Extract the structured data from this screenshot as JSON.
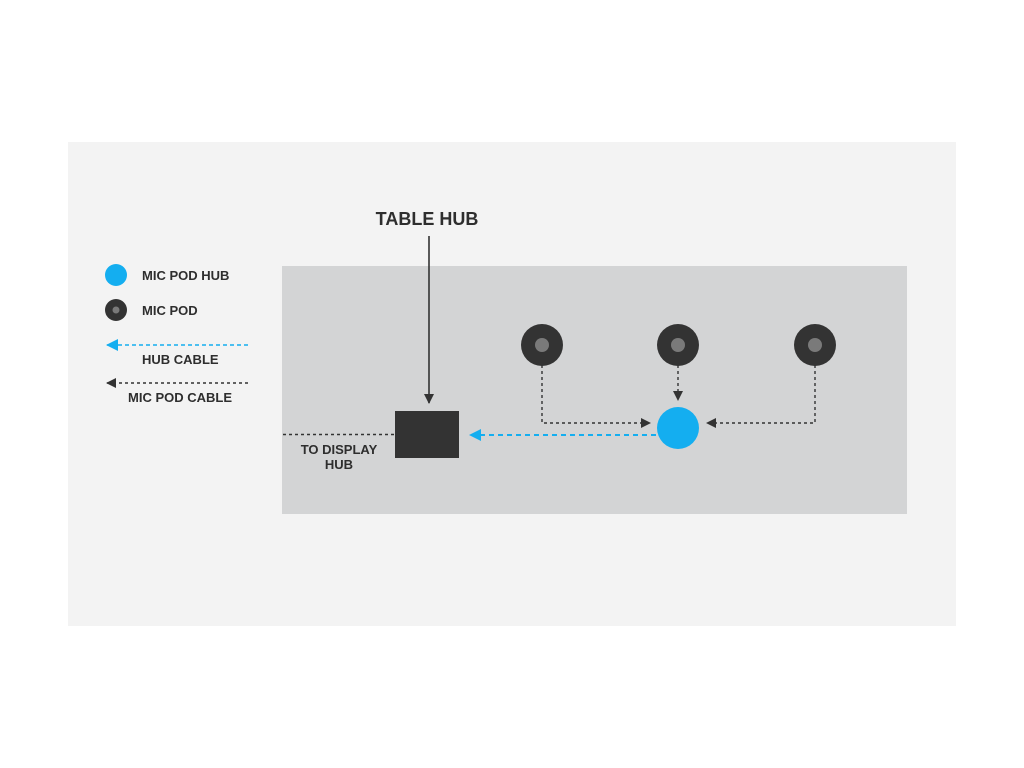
{
  "labels": {
    "table_hub": "TABLE HUB",
    "to_display_hub_line1": "TO DISPLAY",
    "to_display_hub_line2": "HUB"
  },
  "legend": {
    "mic_pod_hub": "MIC POD HUB",
    "mic_pod": "MIC POD",
    "hub_cable": "HUB CABLE",
    "mic_pod_cable": "MIC POD CABLE"
  },
  "colors": {
    "outer_panel": "#f3f3f3",
    "table": "#d3d4d5",
    "hub_accent": "#14aef0",
    "mic_pod_outer": "#333333",
    "mic_pod_inner": "#7a7a7a",
    "table_hub_box": "#333333",
    "text": "#2e2e2e"
  },
  "icons": {
    "mic_pod_hub": "blue-filled-circle",
    "mic_pod": "dark-ring-circle",
    "table_hub": "dark-rectangle"
  }
}
